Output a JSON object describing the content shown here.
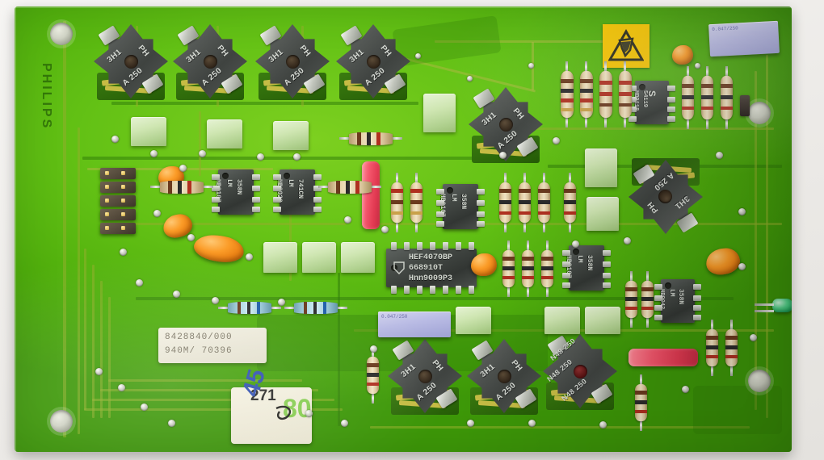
{
  "scene": {
    "subject": "printed-circuit-board-photograph",
    "background_color": "#efedea",
    "board_color": "#63c115"
  },
  "board": {
    "substrate_label": "green solder mask PCB",
    "edge_silkscreen": "PHILIPS",
    "mounting_holes": 4
  },
  "id_label": {
    "line1": "8428840/000",
    "line2": "940M/  70396"
  },
  "sticker": {
    "blue_number": "45",
    "black_number": "271",
    "green_watermark": "80"
  },
  "esd_label": {
    "name": "esd-warning-label",
    "color": "#f5c400",
    "symbol": "ESD sensitive device"
  },
  "transformers": {
    "marking_1": "3H1",
    "marking_2": "PH",
    "marking_3": "A 250",
    "marking_alt": "N48 250",
    "count": 9
  },
  "ics": [
    {
      "name": "ic-hef4070bp",
      "line1": "HEF4070BP",
      "line2": "668910T",
      "line3": "Hnn9009P3",
      "brand": "Philips",
      "pins": 14
    },
    {
      "name": "ic-lm358n-left",
      "line1": "LM",
      "line2": "358N",
      "line3": "HB9107",
      "pins": 8
    },
    {
      "name": "ic-lm741cn",
      "line1": "LM",
      "line2": "741CN",
      "line3": "HB9020",
      "pins": 8
    },
    {
      "name": "ic-lm358n-mid",
      "line1": "LM",
      "line2": "358N",
      "line3": "HB9107",
      "pins": 8
    },
    {
      "name": "ic-lm358n-right",
      "line1": "LM",
      "line2": "358N",
      "line3": "HB9107",
      "pins": 8
    },
    {
      "name": "ic-top-right",
      "line1": "S",
      "line2": "54119",
      "line3": "HB9118",
      "pins": 8
    },
    {
      "name": "ic-lower-right",
      "line1": "LM",
      "line2": "358N",
      "line3": "HB9042",
      "pins": 8
    }
  ],
  "capacitors": {
    "blue_box_top": "0.047/250",
    "blue_box_bottom": "0.047/250",
    "red_film_label": "red film capacitor",
    "orange_label": "orange tantalum capacitor",
    "green_label": "green film capacitor"
  },
  "components": {
    "pin_header": "10-way pin header (5x2)",
    "led": "green LED indicator",
    "resistor": "axial resistor"
  }
}
